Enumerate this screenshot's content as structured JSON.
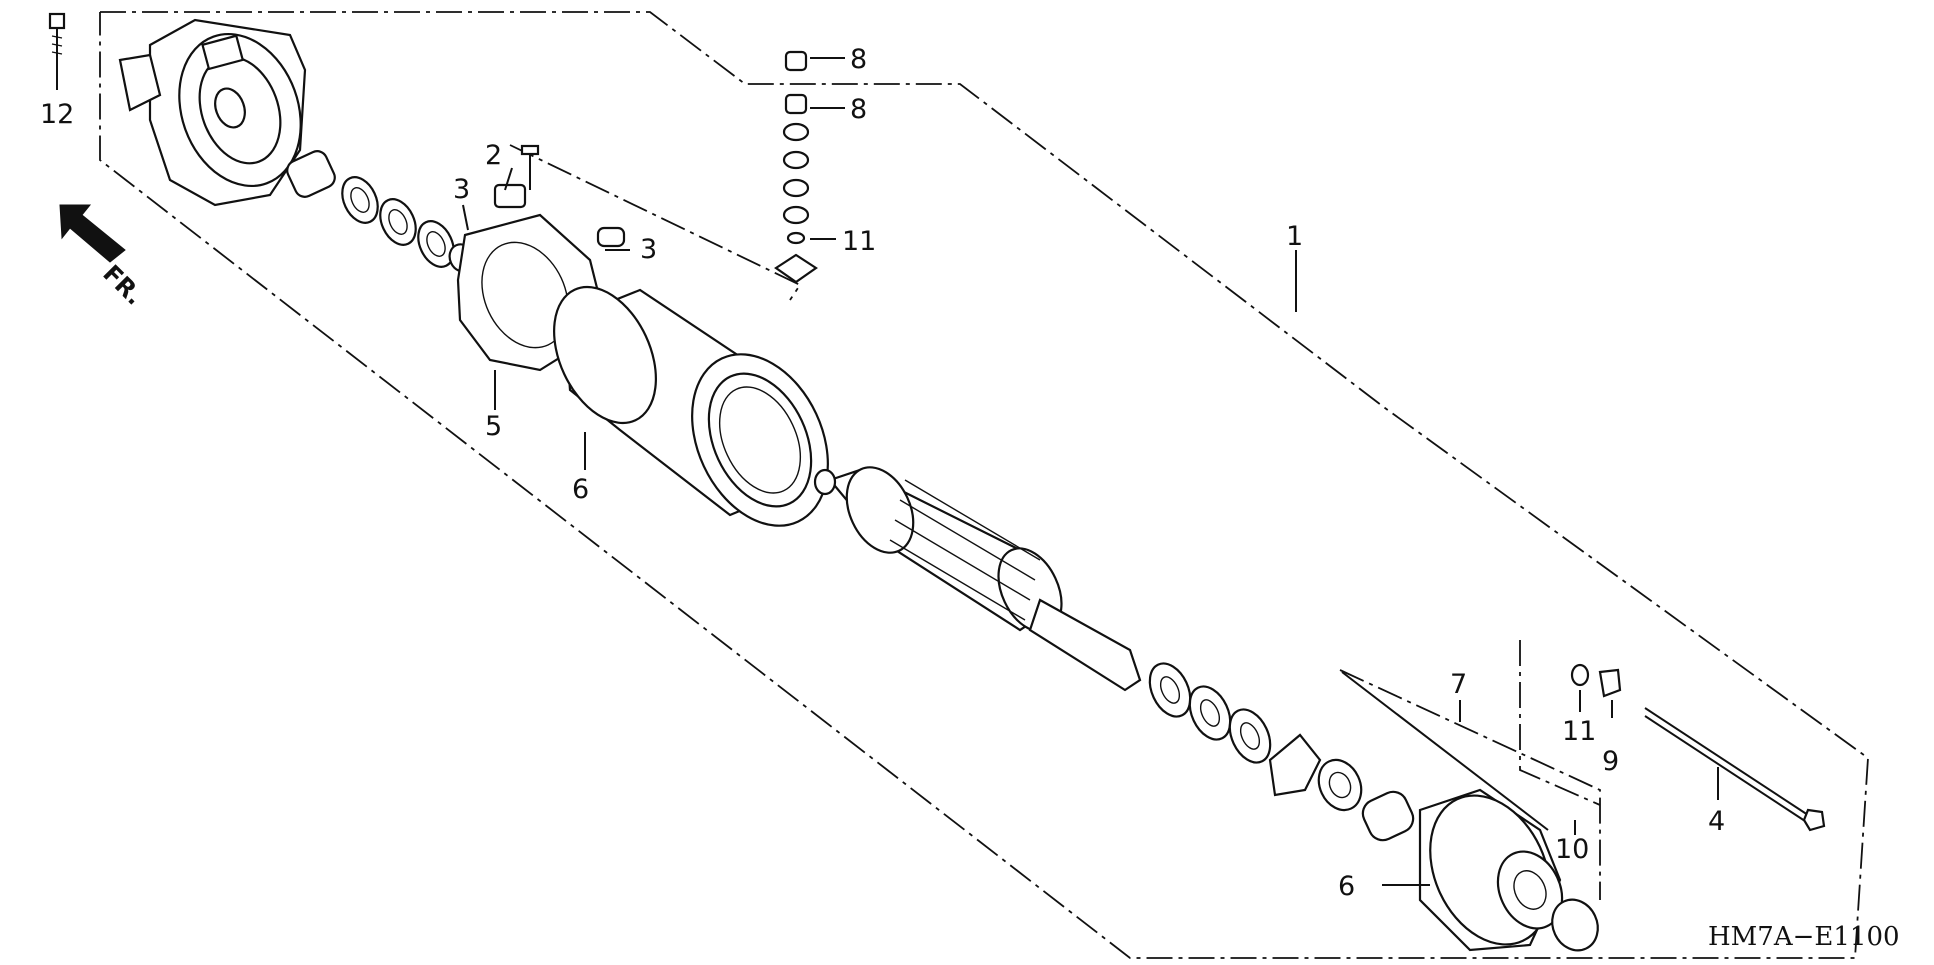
{
  "diagram_code": "HM7A−E1100",
  "direction_label": "FR.",
  "callouts": {
    "c1": "1",
    "c2": "2",
    "c3a": "3",
    "c3b": "3",
    "c4": "4",
    "c5": "5",
    "c6a": "6",
    "c6b": "6",
    "c7": "7",
    "c8a": "8",
    "c8b": "8",
    "c9": "9",
    "c10": "10",
    "c11a": "11",
    "c11b": "11",
    "c12": "12"
  },
  "colors": {
    "ink": "#111111",
    "background": "#ffffff"
  }
}
